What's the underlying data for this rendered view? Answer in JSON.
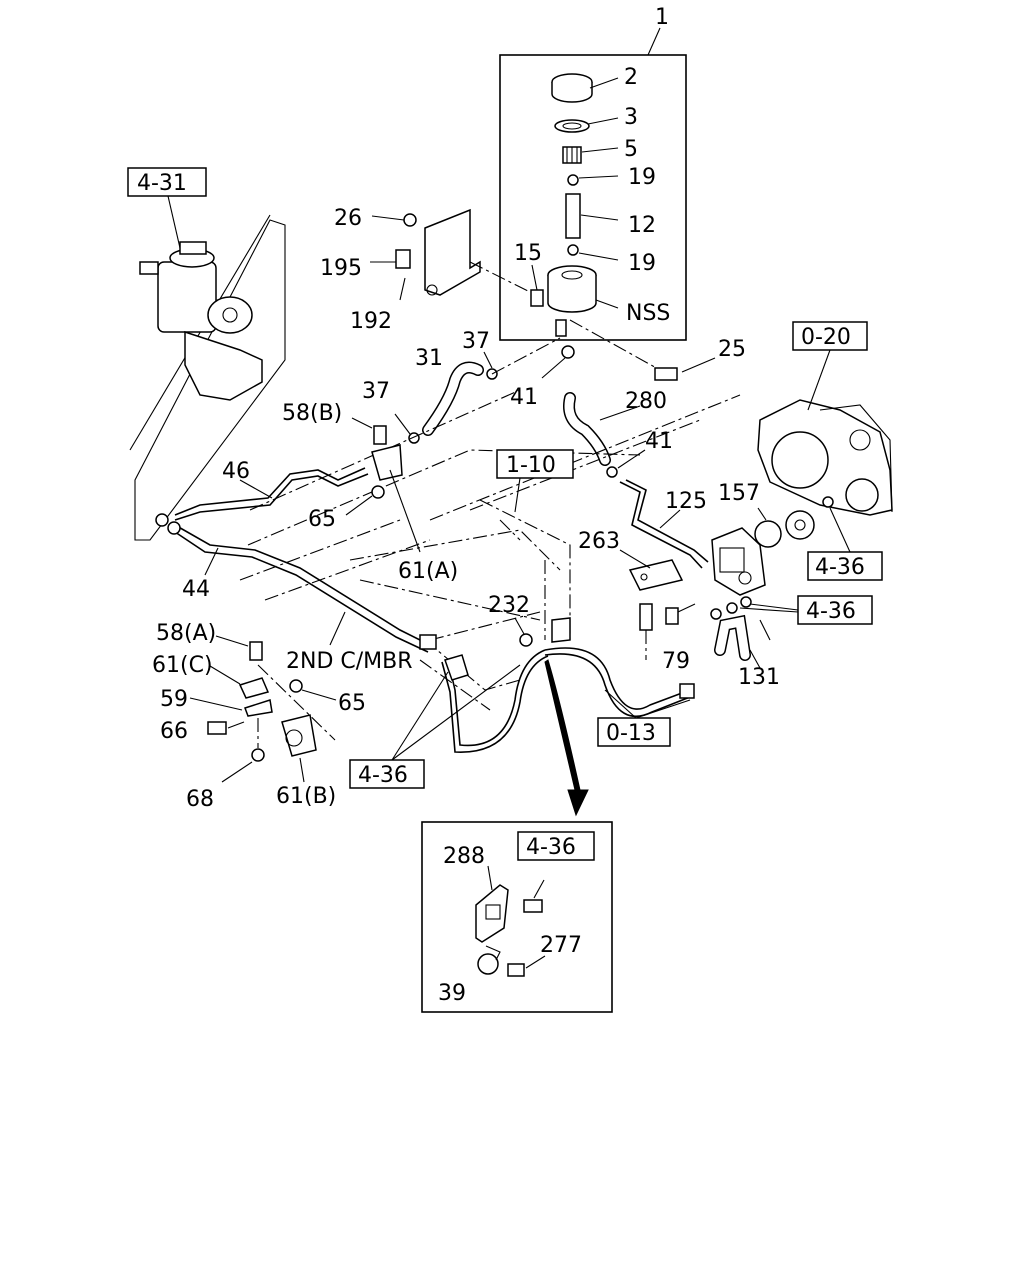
{
  "labels": {
    "l1": "1",
    "l2": "2",
    "l3": "3",
    "l5": "5",
    "l19a": "19",
    "l12": "12",
    "l19b": "19",
    "lnss": "NSS",
    "l15": "15",
    "l26": "26",
    "l195": "195",
    "l192": "192",
    "l25": "25",
    "l37a": "37",
    "l31": "31",
    "l41a": "41",
    "l280": "280",
    "l37b": "37",
    "l58b": "58(B)",
    "l46": "46",
    "l65a": "65",
    "l61a": "61(A)",
    "l44": "44",
    "l41b": "41",
    "l125": "125",
    "l157": "157",
    "l263": "263",
    "l232": "232",
    "l79": "79",
    "l131": "131",
    "l58a": "58(A)",
    "l61c": "61(C)",
    "l2nd": "2ND C/MBR",
    "l59": "59",
    "l65b": "65",
    "l66": "66",
    "l68": "68",
    "l61b": "61(B)",
    "l288": "288",
    "l277": "277",
    "l39": "39"
  },
  "refs": {
    "r431": "4-31",
    "r020": "0-20",
    "r110": "1-10",
    "r436a": "4-36",
    "r436b": "4-36",
    "r436c": "4-36",
    "r436d": "4-36",
    "r013": "0-13"
  }
}
